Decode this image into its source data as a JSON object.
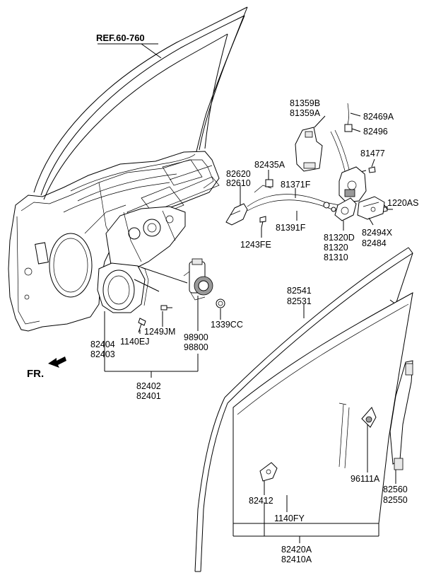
{
  "ref_label": "REF.60-760",
  "direction_label": "FR.",
  "labels": {
    "p81359B": "81359B",
    "p81359A": "81359A",
    "p82469A": "82469A",
    "p82496": "82496",
    "p82620": "82620",
    "p82610": "82610",
    "p82435A": "82435A",
    "p81371F": "81371F",
    "p81477": "81477",
    "p1220AS": "1220AS",
    "p81391F": "81391F",
    "p1243FE": "1243FE",
    "p81320D": "81320D",
    "p81320": "81320",
    "p81310": "81310",
    "p82494X": "82494X",
    "p82484": "82484",
    "p82541": "82541",
    "p82531": "82531",
    "p82404": "82404",
    "p82403": "82403",
    "p1249JM": "1249JM",
    "p1140EJ": "1140EJ",
    "p98900": "98900",
    "p98800": "98800",
    "p1339CC": "1339CC",
    "p82402": "82402",
    "p82401": "82401",
    "p96111A": "96111A",
    "p82560": "82560",
    "p82550": "82550",
    "p82412": "82412",
    "p1140FY": "1140FY",
    "p82420A": "82420A",
    "p82410A": "82410A"
  }
}
